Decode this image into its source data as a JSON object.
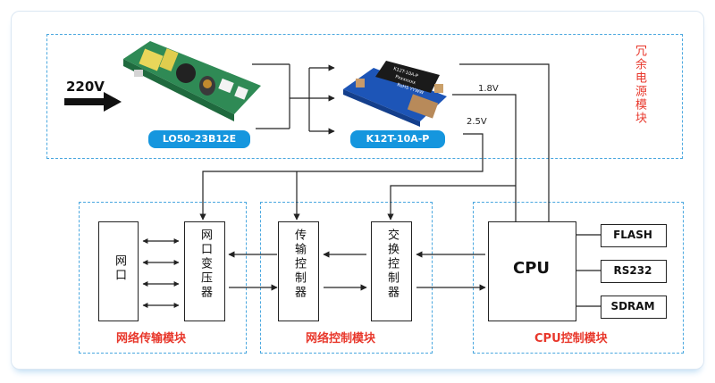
{
  "input_voltage": "220V",
  "modules": {
    "power": {
      "label": "冗余电源模块"
    },
    "net_transfer": {
      "label": "网络传输模块"
    },
    "net_control": {
      "label": "网络控制模块"
    },
    "cpu_control": {
      "label": "CPU控制模块"
    }
  },
  "power_parts": {
    "psu": {
      "label": "LO50-23B12E"
    },
    "converter": {
      "label": "K12T-10A-P",
      "markings": "K12T-10A-P\nPxxxxxxx\nRoHS YYWW"
    }
  },
  "voltages": {
    "v1": "1.8V",
    "v2": "2.5V"
  },
  "blocks": {
    "net_port": "网口",
    "net_transformer": "网口变压器",
    "transfer_controller": "传输控制器",
    "switch_controller": "交换控制器",
    "cpu": "CPU",
    "flash": "FLASH",
    "rs232": "RS232",
    "sdram": "SDRAM"
  },
  "colors": {
    "accent_blue": "#1596de",
    "label_red": "#e8372b",
    "dashed": "#49a7df"
  }
}
